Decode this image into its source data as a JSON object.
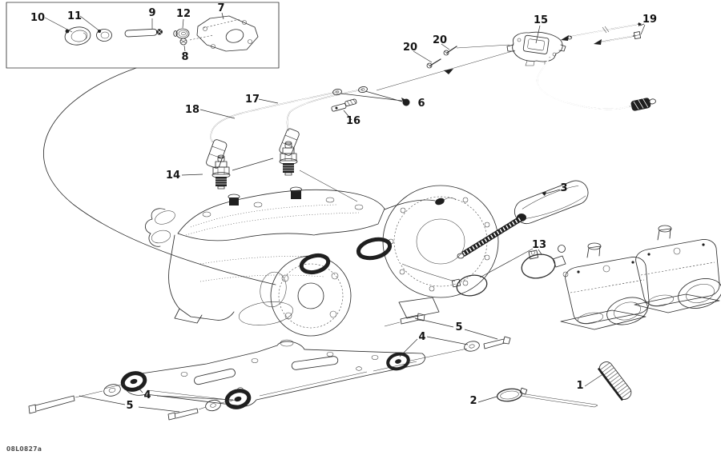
{
  "figure": {
    "drawing_code": "08L0827a",
    "ink_color": "#2e2e2e",
    "paper_color": "#ffffff"
  },
  "callouts": [
    {
      "label": "10"
    },
    {
      "label": "11"
    },
    {
      "label": "9"
    },
    {
      "label": "12"
    },
    {
      "label": "7"
    },
    {
      "label": "8"
    },
    {
      "label": "15"
    },
    {
      "label": "19"
    },
    {
      "label": "20"
    },
    {
      "label": "20"
    },
    {
      "label": "6"
    },
    {
      "label": "17"
    },
    {
      "label": "18"
    },
    {
      "label": "16"
    },
    {
      "label": "14"
    },
    {
      "label": "3"
    },
    {
      "label": "13"
    },
    {
      "label": "5"
    },
    {
      "label": "4"
    },
    {
      "label": "4"
    },
    {
      "label": "5"
    },
    {
      "label": "2"
    },
    {
      "label": "1"
    }
  ]
}
